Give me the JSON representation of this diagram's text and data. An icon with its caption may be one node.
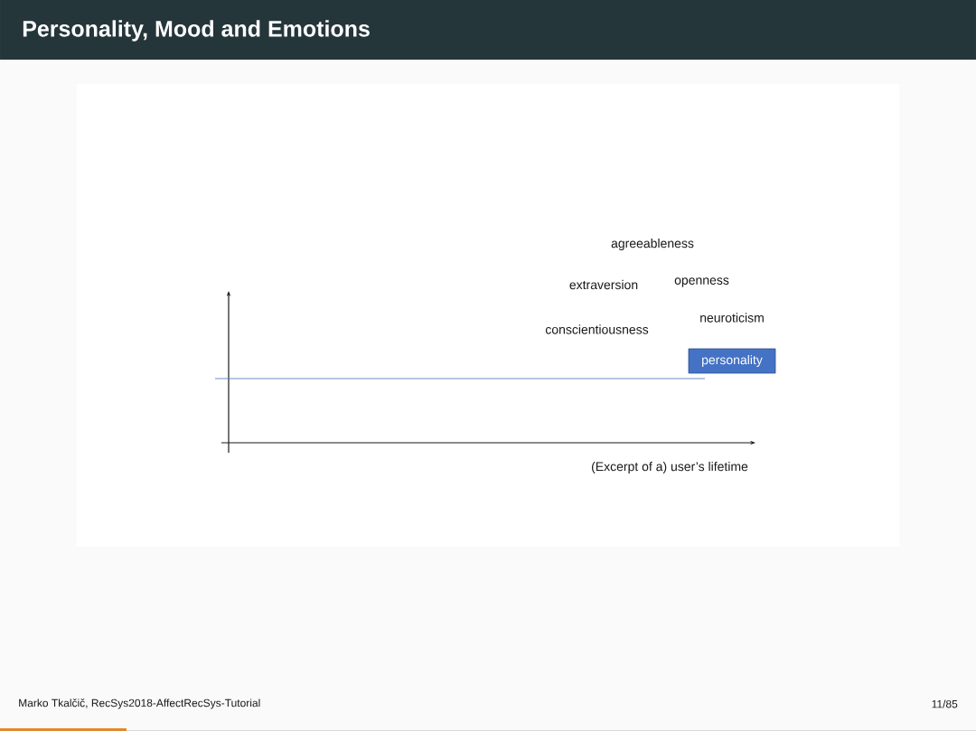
{
  "diagram": {
    "title": "Personality, Mood and Emotions",
    "nodes": [
      {
        "text": [
          "personality"
        ]
      }
    ],
    "labels": [
      "agreeableness",
      "extraversion",
      "openness",
      "neuroticism",
      "conscientiousness",
      "(Excerpt of a) user’s lifetime",
      "Marko Tkalčič, RecSys2018-AffectRecSys-Tutorial",
      "11/85"
    ]
  }
}
